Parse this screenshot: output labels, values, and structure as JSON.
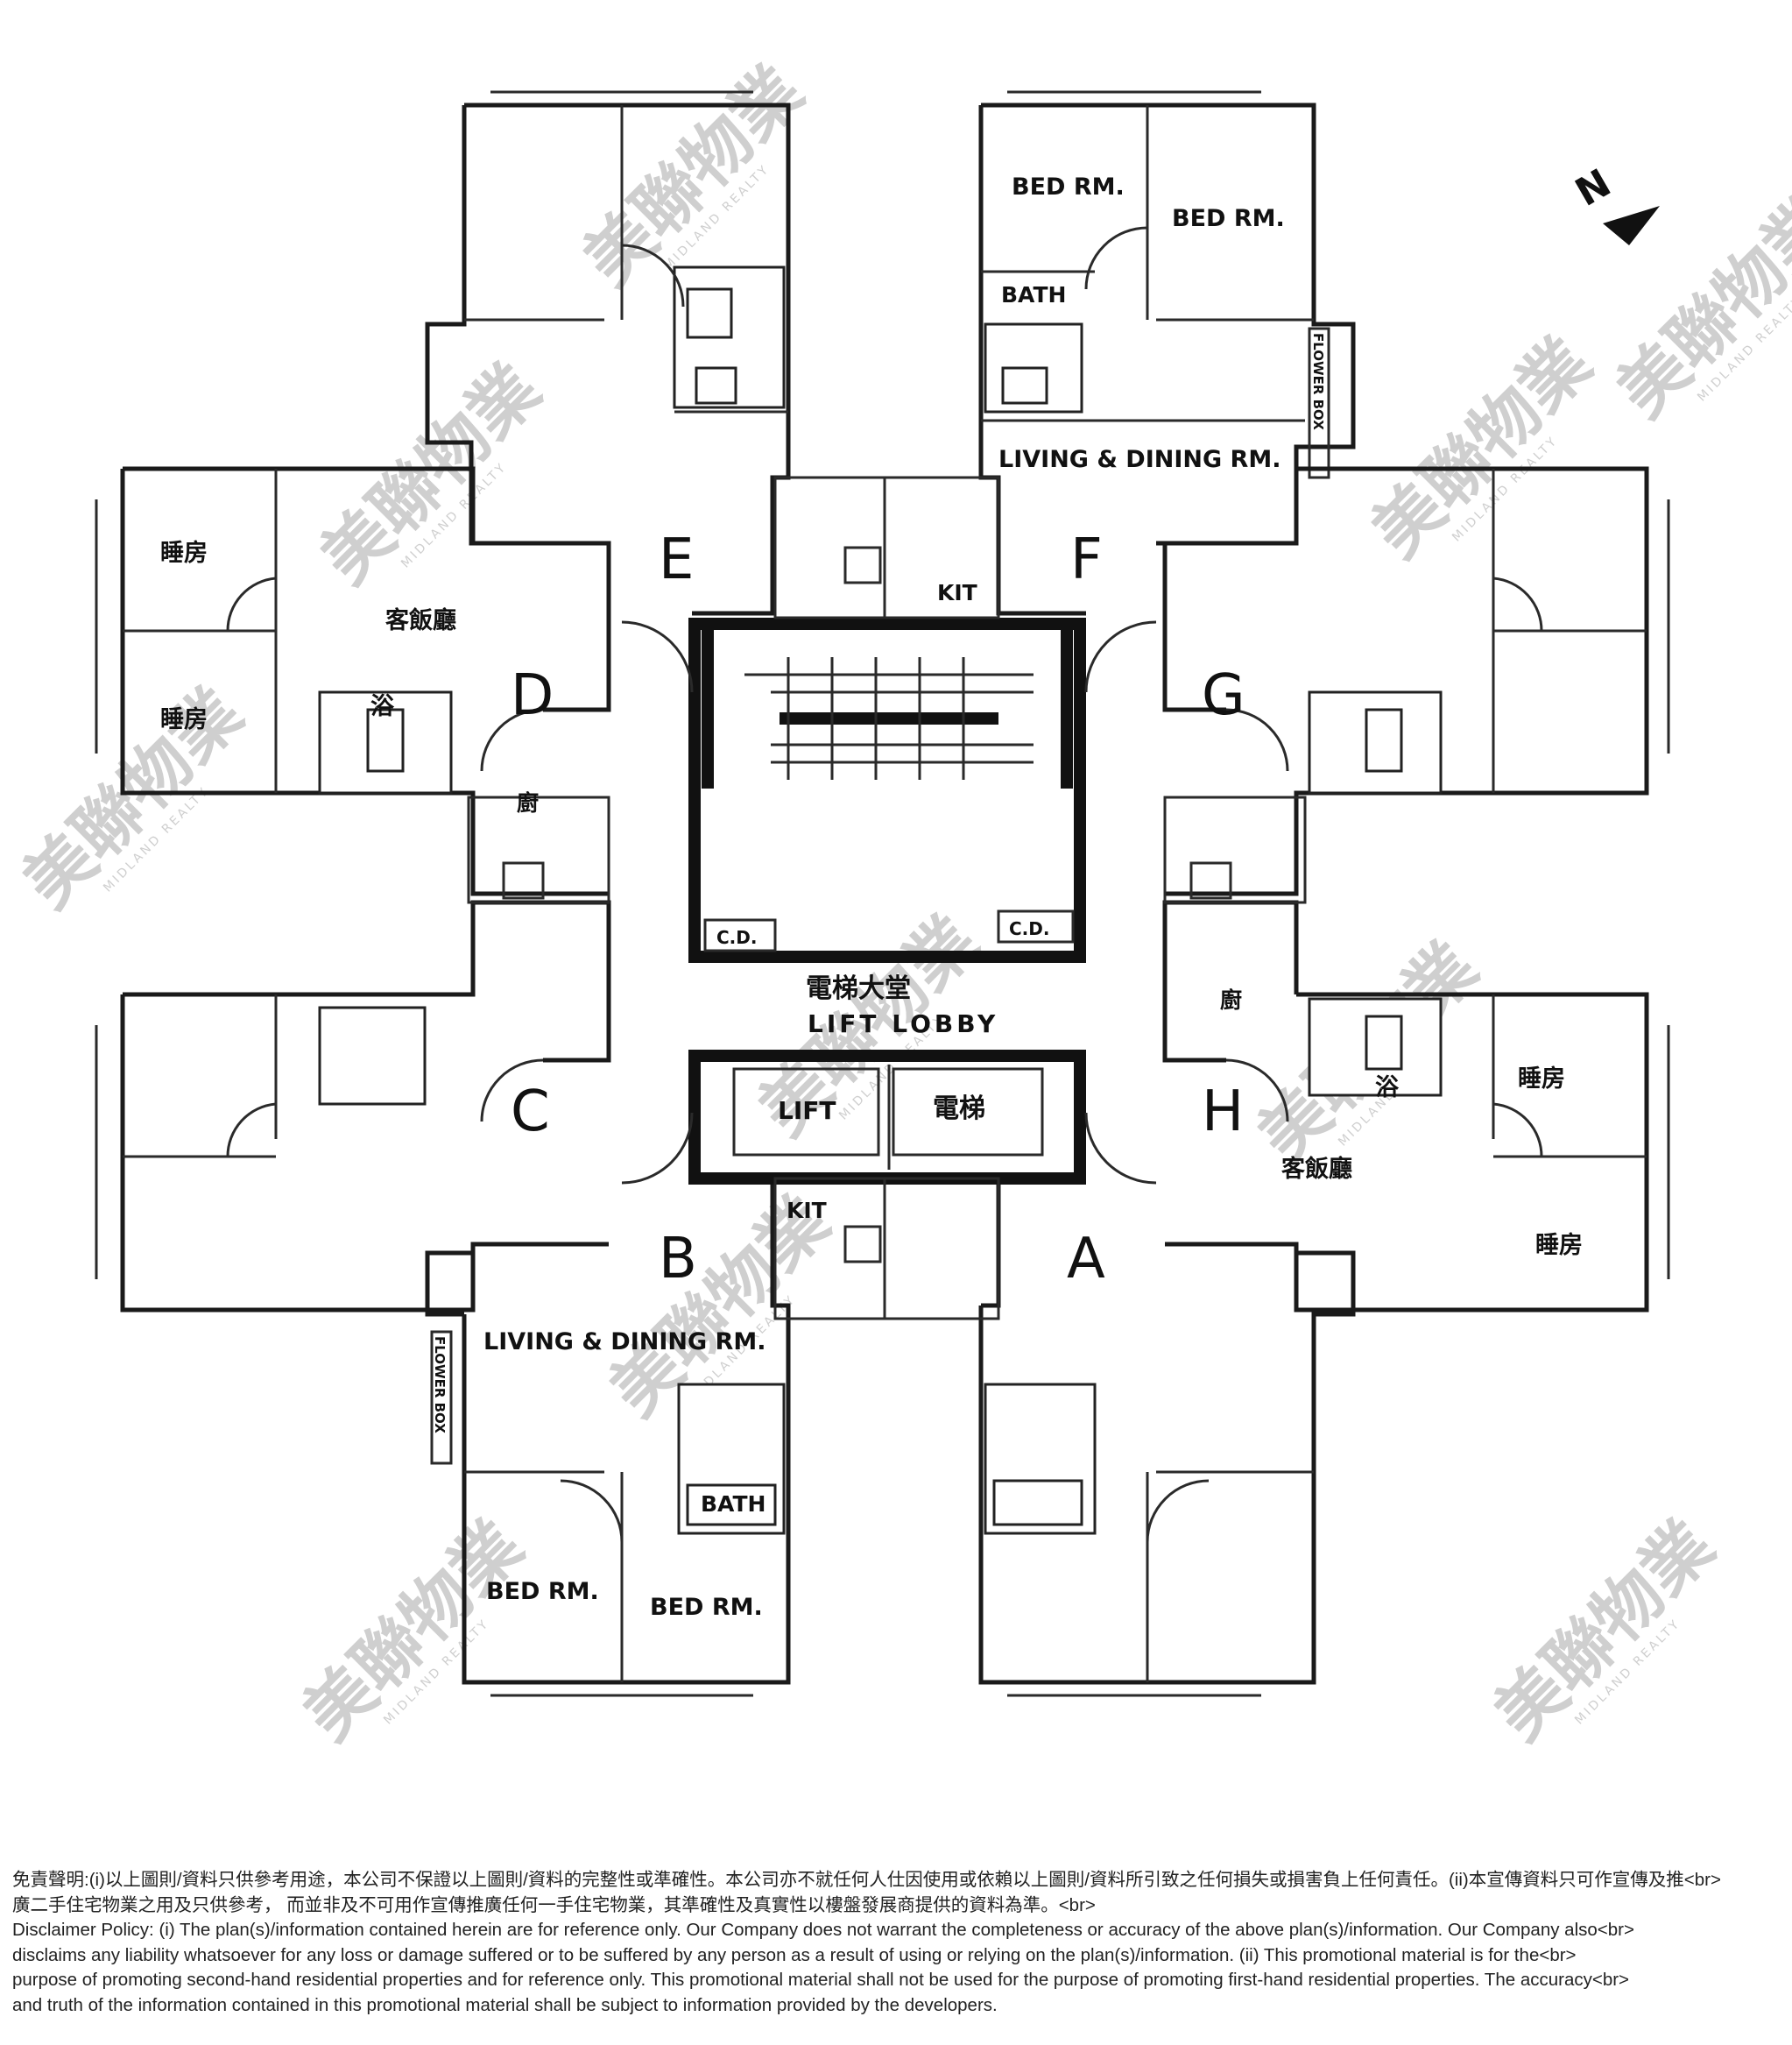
{
  "plan": {
    "units": [
      "A",
      "B",
      "C",
      "D",
      "E",
      "F",
      "G",
      "H"
    ],
    "labels_en": {
      "bed_room": "BED RM.",
      "bath": "BATH",
      "living_dining": "LIVING & DINING RM.",
      "kitchen": "KIT",
      "lift": "LIFT",
      "lift_lobby": "LIFT LOBBY",
      "cd": "C.D.",
      "flower_box": "FLOWER BOX"
    },
    "labels_zh": {
      "bedroom": "睡房",
      "bath": "浴",
      "kitchen": "廚",
      "living_dining": "客飯廳",
      "lift": "電梯",
      "lift_lobby": "電梯大堂"
    },
    "north": "N"
  },
  "watermark": {
    "brand_zh": "美聯物業",
    "brand_en": "MIDLAND REALTY"
  },
  "disclaimer": {
    "zh_line1": "免責聲明:(i)以上圖則/資料只供參考用途，本公司不保證以上圖則/資料的完整性或準確性。本公司亦不就任何人仕因使用或依賴以上圖則/資料所引致之任何損失或損害負上任何責任。(ii)本宣傳資料只可作宣傳及推<br>",
    "zh_line2": "廣二手住宅物業之用及只供參考， 而並非及不可用作宣傳推廣任何一手住宅物業，其準確性及真實性以樓盤發展商提供的資料為準。<br>",
    "en_line1": "Disclaimer Policy: (i) The plan(s)/information contained herein are for reference only. Our Company does not warrant the completeness or accuracy of the above plan(s)/information. Our Company also<br>",
    "en_line2": "disclaims any liability whatsoever for any loss or damage suffered or to be suffered by any person as a result of using or relying on the plan(s)/information. (ii) This promotional material is for the<br>",
    "en_line3": "purpose of promoting second-hand residential properties and for reference only. This promotional material shall not be used for the purpose of promoting first-hand residential properties. The accuracy<br>",
    "en_line4": "and truth of the information contained in this promotional material shall be subject to information provided by the developers."
  }
}
